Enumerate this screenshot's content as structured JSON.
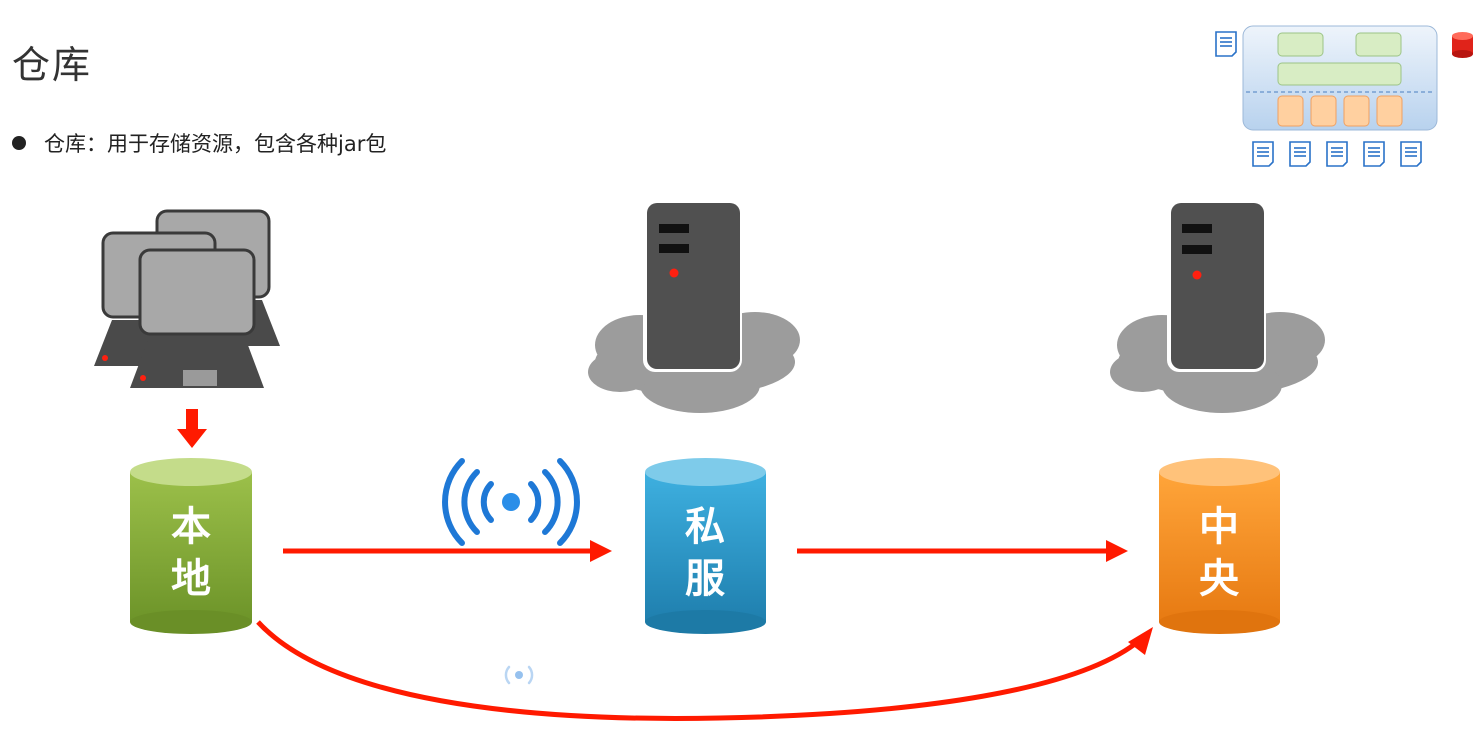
{
  "page": {
    "title": "仓库",
    "bullet": "仓库：用于存储资源，包含各种jar包"
  },
  "repositories": {
    "local": {
      "line1": "本",
      "line2": "地",
      "color": "#7aa63a"
    },
    "private": {
      "line1": "私",
      "line2": "服",
      "color": "#2a97c8"
    },
    "central": {
      "line1": "中",
      "line2": "央",
      "color": "#f08a1c"
    }
  },
  "colors": {
    "arrow": "#ff1a00",
    "server": "#505050",
    "cloud": "#9c9c9c",
    "wifi": "#1e78d6"
  },
  "icons": [
    "computers-icon",
    "server-icon",
    "cloud-icon",
    "wifi-icon",
    "document-icon",
    "database-icon",
    "architecture-thumbnail"
  ]
}
